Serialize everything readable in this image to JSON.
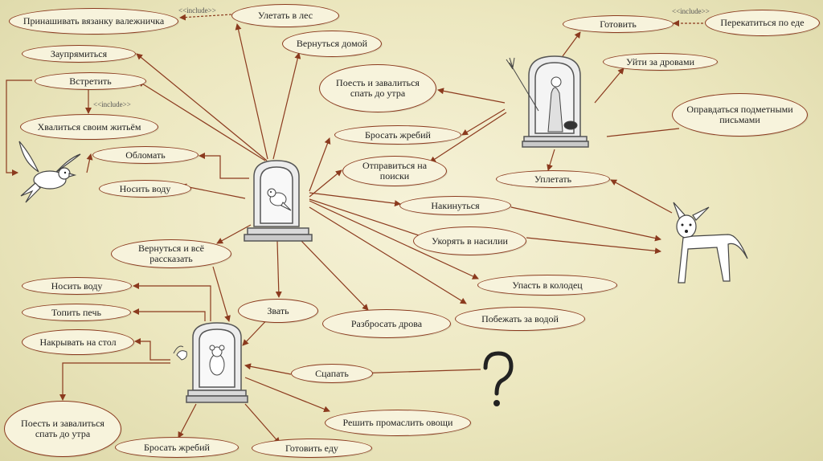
{
  "include_label": "<<include>>",
  "nodes": {
    "n1": "Принашивать вязанку валежничка",
    "n2": "Улетать в лес",
    "n3": "Заупрямиться",
    "n4": "Вернуться домой",
    "n5": "Встретить",
    "n6": "Поесть и завалиться спать до утра",
    "n7": "Хвалиться своим житьём",
    "n8": "Бросать жребий",
    "n9": "Обломать",
    "n10": "Отправиться на поиски",
    "n11": "Носить воду",
    "n12": "Накинуться",
    "n13": "Укорять в насилии",
    "n14": "Вернуться и всё рассказать",
    "n15": "Упасть в колодец",
    "n16": "Носить воду",
    "n17": "Звать",
    "n18": "Топить печь",
    "n19": "Разбросать дрова",
    "n20": "Побежать за водой",
    "n21": "Накрывать на стол",
    "n22": "Сцапать",
    "n23": "Решить промаслить овощи",
    "n24": "Поесть и завалиться спать до утра",
    "n25": "Бросать жребий",
    "n26": "Готовить еду",
    "n27": "Готовить",
    "n28": "Перекатиться по еде",
    "n29": "Уйти за дровами",
    "n30": "Оправдаться подметными письмами",
    "n31": "Уплетать"
  },
  "colors": {
    "arrow": "#8b3a1e",
    "node_fill": "#f7f3dc",
    "background": "#ece7bf"
  }
}
